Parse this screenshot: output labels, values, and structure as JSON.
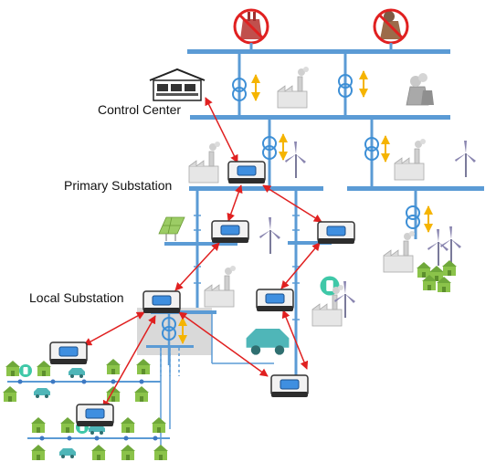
{
  "labels": {
    "control_center": "Control Center",
    "primary_substation": "Primary Substation",
    "local_substation": "Local Substation"
  },
  "colors": {
    "bus": "#5b9bd5",
    "link": "#e02020",
    "transformer": "#3d8fd6",
    "power_flow_arrow": "#f5b400",
    "house": "#8bc34a",
    "ev_car": "#4fb6b8",
    "battery": "#3fc8a8",
    "device": "#3a3a3a",
    "device_screen": "#3f8fe0",
    "ban_sign": "#e02020"
  },
  "icons": [
    "control-center-building-icon",
    "coal-plant-icon",
    "nuclear-plant-icon",
    "factory-icon",
    "transformer-icon",
    "power-flow-arrow-icon",
    "wind-turbine-icon",
    "solar-panel-icon",
    "house-icon",
    "ev-car-icon",
    "battery-storage-icon",
    "communication-device-icon",
    "ban-sign-icon"
  ]
}
